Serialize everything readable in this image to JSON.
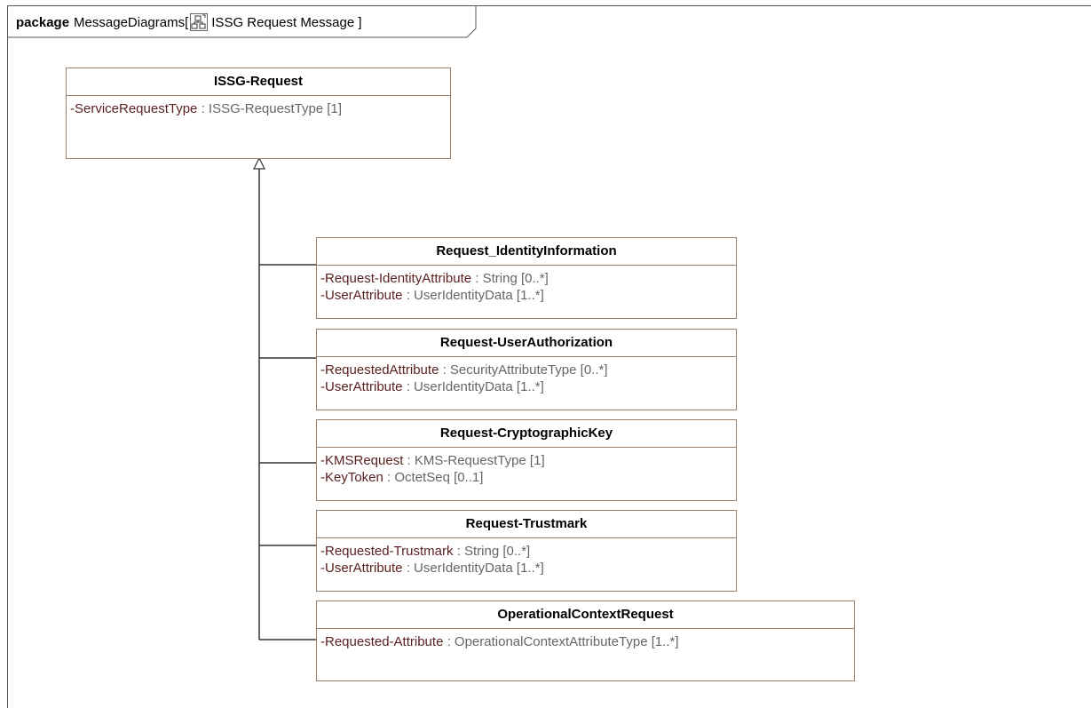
{
  "header": {
    "keyword": "package",
    "name": "MessageDiagrams[",
    "diagram_title": "ISSG Request Message ]",
    "icon": "class-diagram-icon"
  },
  "classes": [
    {
      "name": "ISSG-Request",
      "attributes": [
        {
          "name": "-ServiceRequestType",
          "type": " : ISSG-RequestType [1]"
        }
      ]
    },
    {
      "name": "Request_IdentityInformation",
      "attributes": [
        {
          "name": "-Request-IdentityAttribute",
          "type": " : String [0..*]"
        },
        {
          "name": "-UserAttribute",
          "type": " : UserIdentityData [1..*]"
        }
      ]
    },
    {
      "name": "Request-UserAuthorization",
      "attributes": [
        {
          "name": "-RequestedAttribute",
          "type": " : SecurityAttributeType [0..*]"
        },
        {
          "name": "-UserAttribute",
          "type": " : UserIdentityData [1..*]"
        }
      ]
    },
    {
      "name": "Request-CryptographicKey",
      "attributes": [
        {
          "name": "-KMSRequest",
          "type": " : KMS-RequestType [1]"
        },
        {
          "name": "-KeyToken",
          "type": " : OctetSeq [0..1]"
        }
      ]
    },
    {
      "name": "Request-Trustmark",
      "attributes": [
        {
          "name": "-Requested-Trustmark",
          "type": " : String [0..*]"
        },
        {
          "name": "-UserAttribute",
          "type": " : UserIdentityData [1..*]"
        }
      ]
    },
    {
      "name": "OperationalContextRequest",
      "attributes": [
        {
          "name": "-Requested-Attribute",
          "type": " : OperationalContextAttributeType [1..*]"
        }
      ]
    }
  ],
  "relationships": [
    {
      "type": "generalization",
      "from": "Request_IdentityInformation",
      "to": "ISSG-Request"
    },
    {
      "type": "generalization",
      "from": "Request-UserAuthorization",
      "to": "ISSG-Request"
    },
    {
      "type": "generalization",
      "from": "Request-CryptographicKey",
      "to": "ISSG-Request"
    },
    {
      "type": "generalization",
      "from": "Request-Trustmark",
      "to": "ISSG-Request"
    },
    {
      "type": "generalization",
      "from": "OperationalContextRequest",
      "to": "ISSG-Request"
    }
  ],
  "colors": {
    "box_border": "#9a7f6a",
    "attr_name": "#5a1f1f",
    "attr_type": "#666666",
    "line": "#333333"
  }
}
